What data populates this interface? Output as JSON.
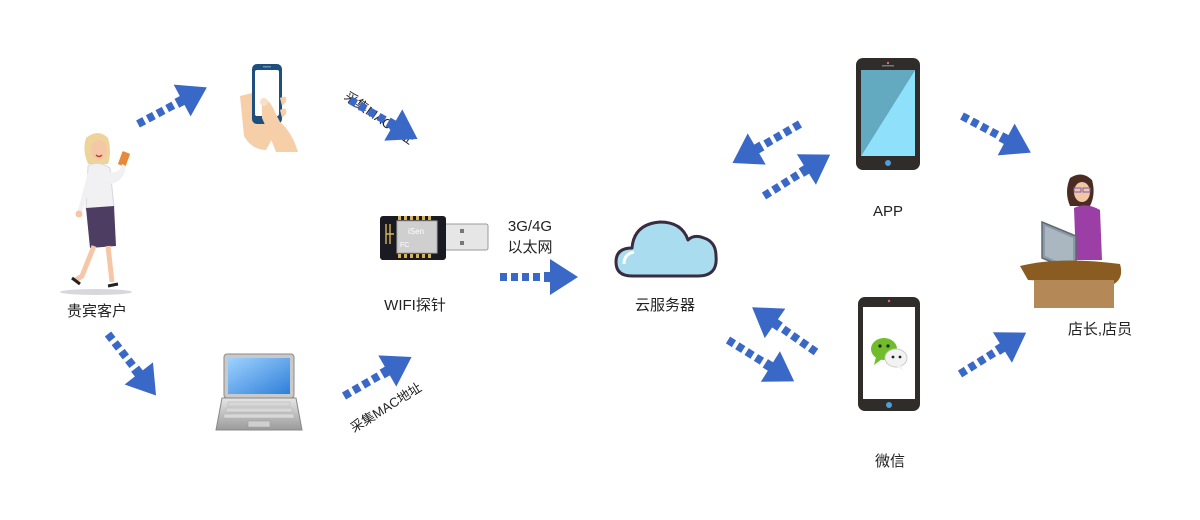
{
  "nodes": {
    "guest": {
      "label": "贵宾客户"
    },
    "phone": {
      "label": ""
    },
    "laptop": {
      "label": ""
    },
    "probe": {
      "label": "WIFI探针",
      "chip_text": "iSen",
      "chip_mark": "FC"
    },
    "network": {
      "label_line1": "3G/4G",
      "label_line2": "以太网"
    },
    "cloud": {
      "label": "云服务器"
    },
    "app": {
      "label": "APP"
    },
    "wechat": {
      "label": "微信"
    },
    "staff": {
      "label": "店长,店员"
    }
  },
  "annotations": {
    "collect_top": "采集MAC地址",
    "collect_bottom": "采集MAC地址"
  },
  "colors": {
    "arrow": "#3a68c7",
    "cloud_fill": "#a9dcee",
    "cloud_stroke": "#3a2c40",
    "phone_body": "#2f2c2a",
    "app_screen_dark": "#63a9c0",
    "app_screen_light": "#8ee0fb",
    "wechat_green": "#6fbd2a"
  }
}
